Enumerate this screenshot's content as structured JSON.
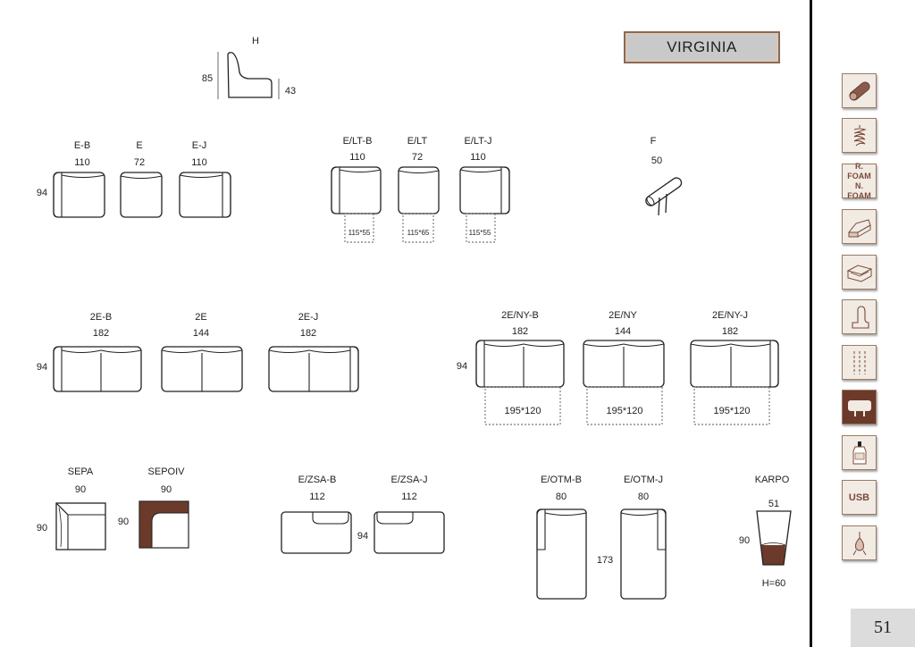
{
  "title": "VIRGINIA",
  "page_number": "51",
  "profile": {
    "label_h": "H",
    "height": "85",
    "seat_height": "43"
  },
  "row1": {
    "eb_name": "E-B",
    "eb_w": "110",
    "e_name": "E",
    "e_w": "72",
    "ej_name": "E-J",
    "ej_w": "110",
    "depth": "94",
    "eltb_name": "E/LT-B",
    "eltb_w": "110",
    "eltb_bed": "115*55",
    "elt_name": "E/LT",
    "elt_w": "72",
    "elt_bed": "115*65",
    "eltj_name": "E/LT-J",
    "eltj_w": "110",
    "eltj_bed": "115*55",
    "f_name": "F",
    "f_w": "50"
  },
  "row2": {
    "b_name": "2E-B",
    "b_w": "182",
    "m_name": "2E",
    "m_w": "144",
    "j_name": "2E-J",
    "j_w": "182",
    "depth": "94",
    "nyb_name": "2E/NY-B",
    "nyb_w": "182",
    "nyb_bed": "195*120",
    "ny_name": "2E/NY",
    "ny_w": "144",
    "ny_bed": "195*120",
    "nyj_name": "2E/NY-J",
    "nyj_w": "182",
    "nyj_bed": "195*120",
    "ny_depth": "94"
  },
  "row3": {
    "sepa_name": "SEPA",
    "sepa_w": "90",
    "sepa_d": "90",
    "sepoiv_name": "SEPOIV",
    "sepoiv_w": "90",
    "sepoiv_d": "90",
    "zsab_name": "E/ZSA-B",
    "zsab_w": "112",
    "zsaj_name": "E/ZSA-J",
    "zsaj_w": "112",
    "zsa_depth": "94",
    "otmb_name": "E/OTM-B",
    "otmb_w": "80",
    "otmj_name": "E/OTM-J",
    "otmj_w": "80",
    "otm_len": "173",
    "karpo_name": "KARPO",
    "karpo_w": "51",
    "karpo_d": "90",
    "karpo_h": "H=60"
  },
  "sidebar": {
    "foam_1": "R. FOAM",
    "foam_2": "N. FOAM",
    "usb": "USB"
  },
  "colors": {
    "accent_brown": "#6b3a2a",
    "frame_border": "#9b7a63"
  }
}
